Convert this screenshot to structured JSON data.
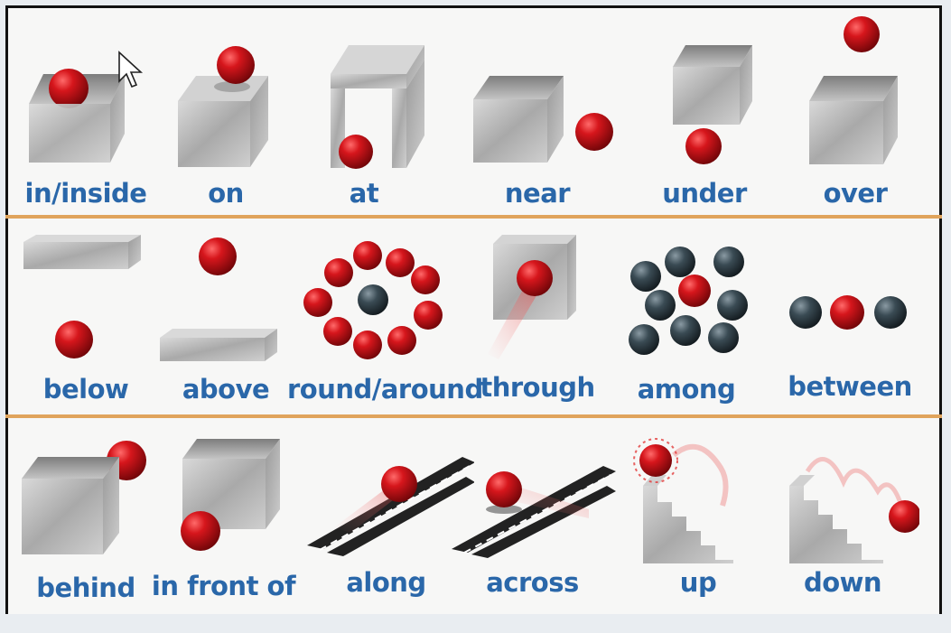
{
  "prepositions": {
    "row1": [
      "in/inside",
      "on",
      "at",
      "near",
      "under",
      "over"
    ],
    "row2": [
      "below",
      "above",
      "round/around",
      "through",
      "among",
      "between"
    ],
    "row3": [
      "behind",
      "in front of",
      "along",
      "across",
      "up",
      "down"
    ]
  },
  "colors": {
    "label": "#2a67a9",
    "ball_red": "#c8141a",
    "ball_dark": "#36464f",
    "box_gray": "#b8b8b8",
    "divider": "#e0a45c"
  }
}
